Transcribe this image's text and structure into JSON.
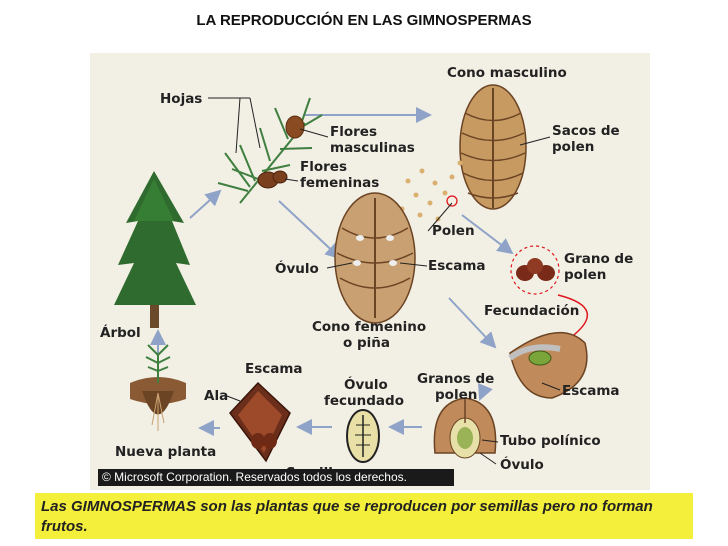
{
  "title": "LA REPRODUCCIÓN EN LAS GIMNOSPERMAS",
  "labels": {
    "hojas": "Hojas",
    "cono_masculino": "Cono masculino",
    "flores_masculinas_1": "Flores",
    "flores_masculinas_2": "masculinas",
    "flores_femeninas_1": "Flores",
    "flores_femeninas_2": "femeninas",
    "sacos_polen_1": "Sacos de",
    "sacos_polen_2": "polen",
    "polen": "Polen",
    "ovulo": "Óvulo",
    "escama_cono": "Escama",
    "grano_polen_1": "Grano de",
    "grano_polen_2": "polen",
    "arbol": "Árbol",
    "fecundacion": "Fecundación",
    "cono_femenino_1": "Cono femenino",
    "cono_femenino_2": "o piña",
    "escama_semilla": "Escama",
    "ala": "Ala",
    "ovulo_fecundado_1": "Óvulo",
    "ovulo_fecundado_2": "fecundado",
    "granos_polen_1": "Granos de",
    "granos_polen_2": "polen",
    "escama_fecundacion": "Escama",
    "tubo_polinico": "Tubo polínico",
    "ovulo_bottom": "Óvulo",
    "nueva_planta": "Nueva planta",
    "semilla_partial": "Semill"
  },
  "copyright": "© Microsoft Corporation. Reservados todos los derechos.",
  "caption": "Las GIMNOSPERMAS son las plantas que se reproducen por semillas pero no forman frutos.",
  "colors": {
    "arrow": "#8fa3c8",
    "caption_bg": "#f3ef3a",
    "panel_bg": "#f2efe4",
    "pollen_path": "#e0151b"
  }
}
